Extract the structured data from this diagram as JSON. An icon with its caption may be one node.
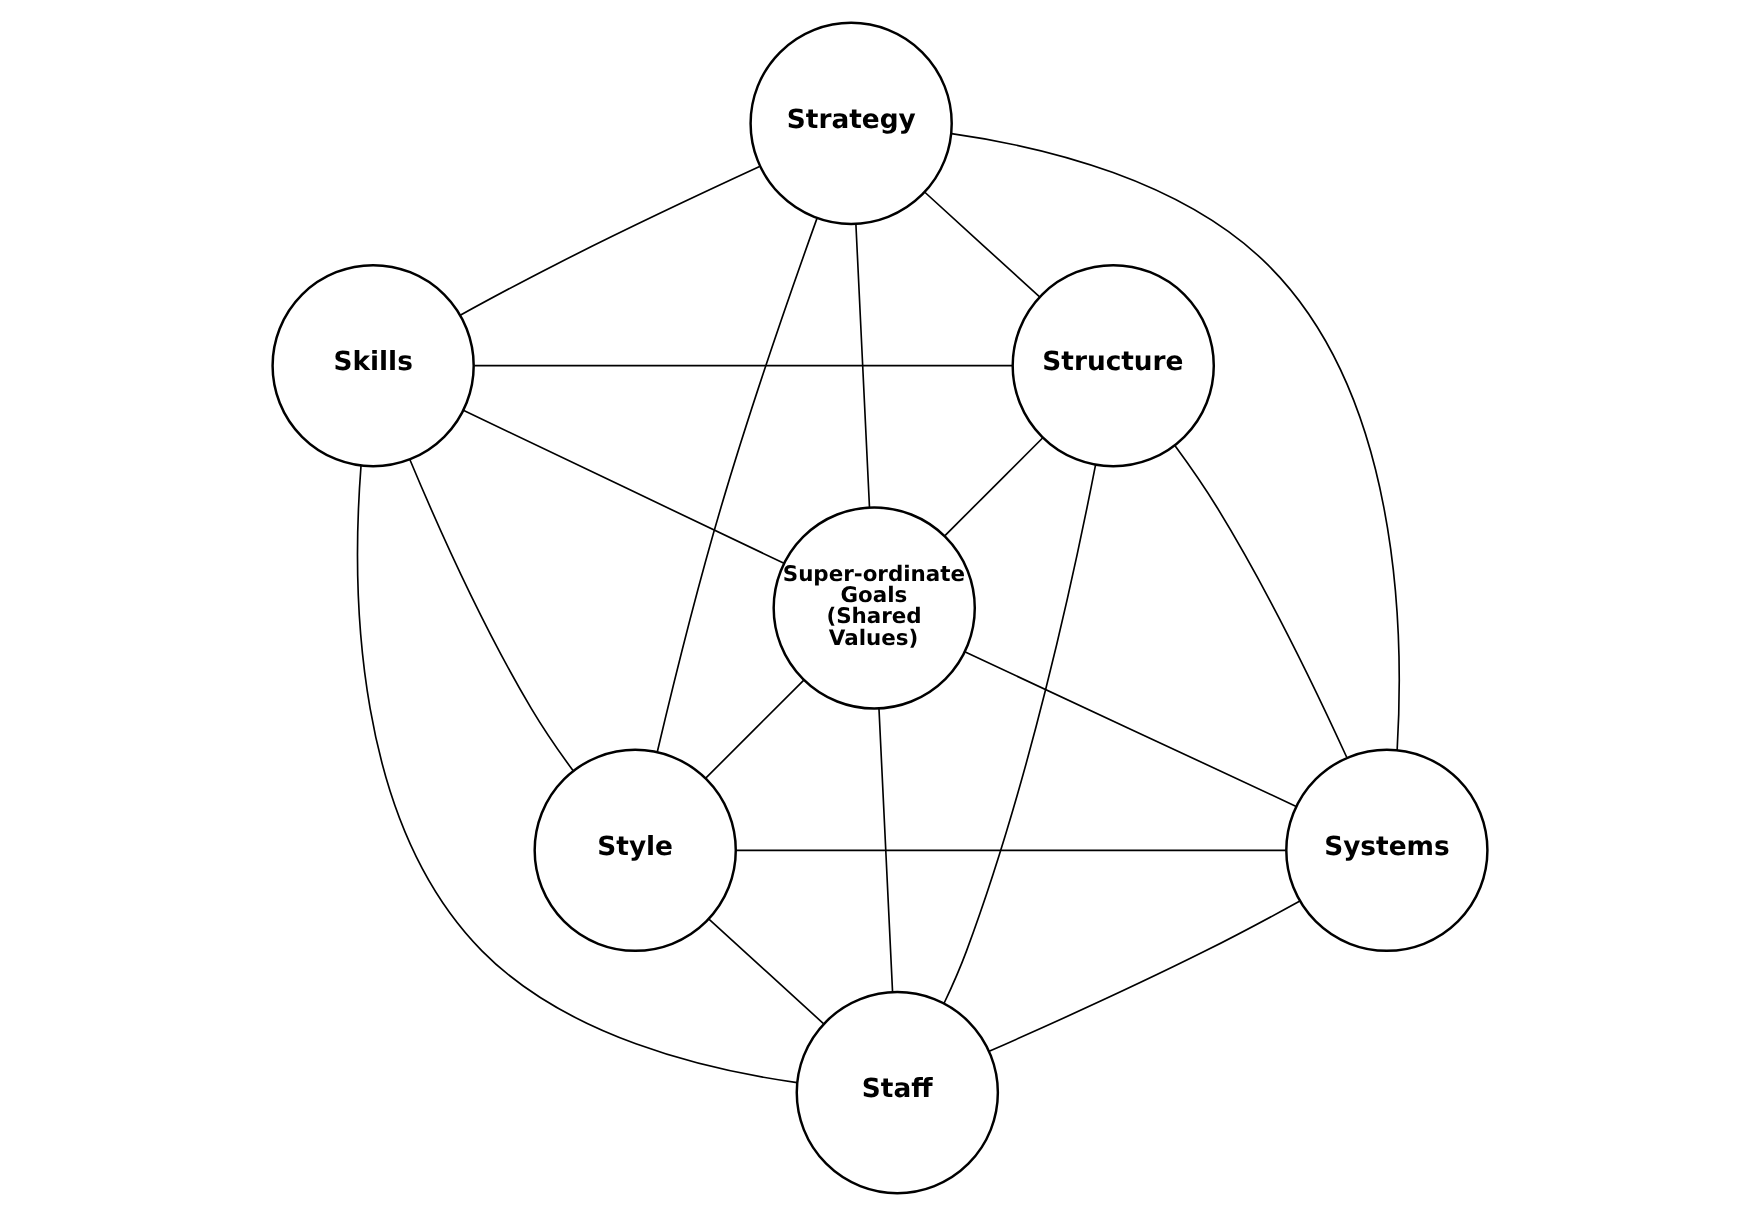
{
  "diagram": {
    "nodes": [
      {
        "text": [
          "Strategy"
        ]
      },
      {
        "text": [
          "Skills"
        ]
      },
      {
        "text": [
          "Structure"
        ]
      },
      {
        "text": [
          "Super-ordinate Goals (Shared Values)"
        ]
      },
      {
        "text": [
          "Style"
        ]
      },
      {
        "text": [
          "Systems"
        ]
      },
      {
        "text": [
          "Staff"
        ]
      }
    ],
    "edges": [
      {
        "from": 0,
        "to": 1,
        "arrow": "none"
      },
      {
        "from": 0,
        "to": 2,
        "arrow": "none"
      },
      {
        "from": 0,
        "to": 3,
        "arrow": "none"
      },
      {
        "from": 0,
        "to": 4,
        "arrow": "none"
      },
      {
        "from": 0,
        "to": 5,
        "arrow": "none"
      },
      {
        "from": 1,
        "to": 2,
        "arrow": "none"
      },
      {
        "from": 1,
        "to": 3,
        "arrow": "none"
      },
      {
        "from": 1,
        "to": 4,
        "arrow": "none"
      },
      {
        "from": 1,
        "to": 6,
        "arrow": "none"
      },
      {
        "from": 2,
        "to": 3,
        "arrow": "none"
      },
      {
        "from": 2,
        "to": 5,
        "arrow": "none"
      },
      {
        "from": 2,
        "to": 6,
        "arrow": "none"
      },
      {
        "from": 3,
        "to": 4,
        "arrow": "none"
      },
      {
        "from": 3,
        "to": 5,
        "arrow": "none"
      },
      {
        "from": 3,
        "to": 6,
        "arrow": "none"
      },
      {
        "from": 4,
        "to": 5,
        "arrow": "none"
      },
      {
        "from": 4,
        "to": 6,
        "arrow": "none"
      },
      {
        "from": 5,
        "to": 6,
        "arrow": "none"
      }
    ]
  }
}
